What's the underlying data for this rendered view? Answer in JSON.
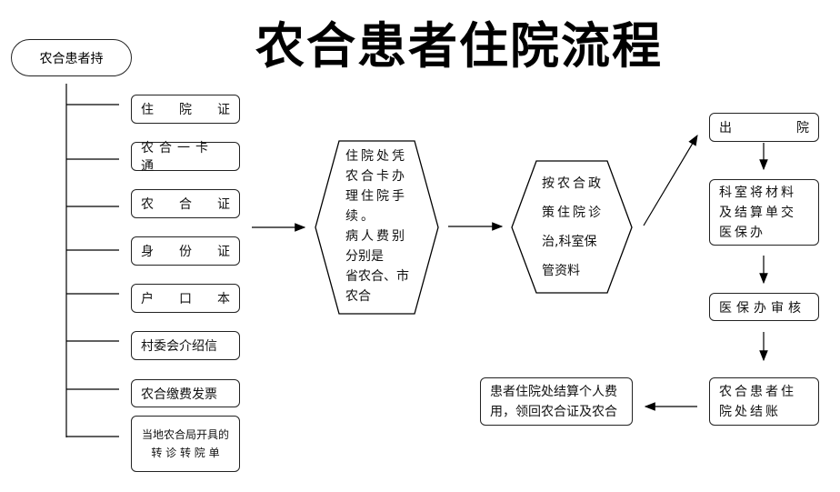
{
  "title": "农合患者住院流程",
  "start": "农合患者持",
  "documents": [
    {
      "chars": [
        "住",
        "院",
        "证"
      ]
    },
    {
      "text": "农合一卡通"
    },
    {
      "chars": [
        "农",
        "合",
        "证"
      ]
    },
    {
      "chars": [
        "身",
        "份",
        "证"
      ]
    },
    {
      "chars": [
        "户",
        "口",
        "本"
      ]
    },
    {
      "text": "村委会介绍信"
    },
    {
      "text": "农合缴费发票"
    },
    {
      "line1": "当地农合局开具的",
      "line2": "转 诊 转 院 单"
    }
  ],
  "step1": [
    "住院处凭",
    "农合卡办",
    "理住院手",
    "续。",
    "病人费别",
    "分别是",
    "省农合、市",
    "农合"
  ],
  "step2": [
    "按农合政",
    "策住院诊",
    "治,科室保",
    "管资料"
  ],
  "discharge": [
    "出",
    "院"
  ],
  "step3": "科室将材料及结算单交医保办",
  "step4": "医保办审核",
  "step5": "农合患者住院处结账",
  "final": "患者住院处结算个人费用，领回农合证及农合"
}
